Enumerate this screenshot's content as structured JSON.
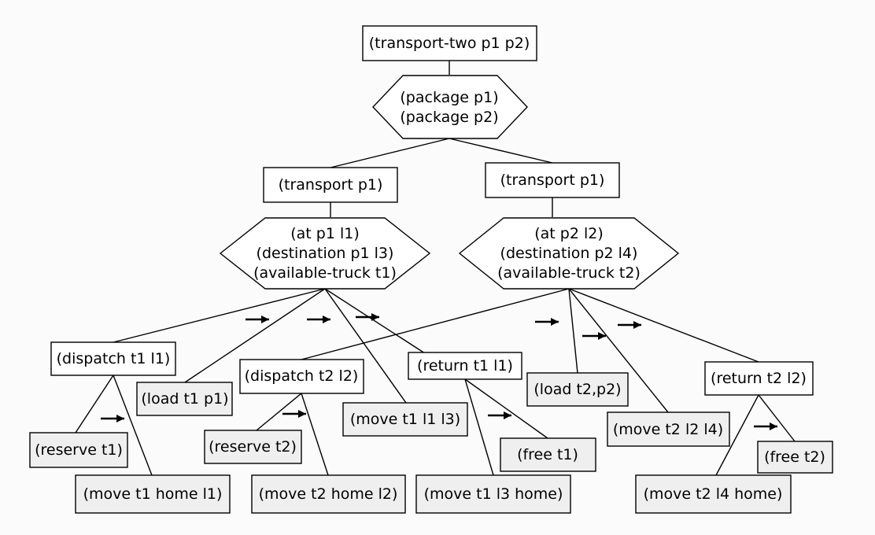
{
  "root": {
    "label": "(transport-two p1 p2)"
  },
  "method_root": {
    "lines": [
      "(package p1)",
      "(package p2)"
    ]
  },
  "task_left": {
    "label": "(transport p1)"
  },
  "task_right": {
    "label": "(transport p1)"
  },
  "method_left": {
    "lines": [
      "(at p1 l1)",
      "(destination p1 l3)",
      "(available-truck t1)"
    ]
  },
  "method_right": {
    "lines": [
      "(at p2 l2)",
      "(destination p2 l4)",
      "(available-truck t2)"
    ]
  },
  "compound": {
    "dispatch_t1": "(dispatch t1 l1)",
    "dispatch_t2": "(dispatch t2 l2)",
    "return_t1": "(return t1 l1)",
    "return_t2": "(return t2 l2)"
  },
  "primitive": {
    "load_t1": "(load t1 p1)",
    "move_t1_l1_l3": "(move t1 l1 l3)",
    "load_t2": "(load t2,p2)",
    "move_t2_l2_l4": "(move t2 l2 l4)",
    "reserve_t1": "(reserve t1)",
    "move_t1_home_l1": "(move t1 home l1)",
    "reserve_t2": "(reserve t2)",
    "move_t2_home_l2": "(move t2 home l2)",
    "free_t1": "(free t1)",
    "move_t1_l3_home": "(move t1 l3 home)",
    "free_t2": "(free t2)",
    "move_t2_l4_home": "(move t2 l4 home)"
  },
  "colors": {
    "compound_fill": "#ffffff",
    "primitive_fill": "#efefef",
    "stroke": "#000000",
    "background": "#fbfbfb"
  }
}
